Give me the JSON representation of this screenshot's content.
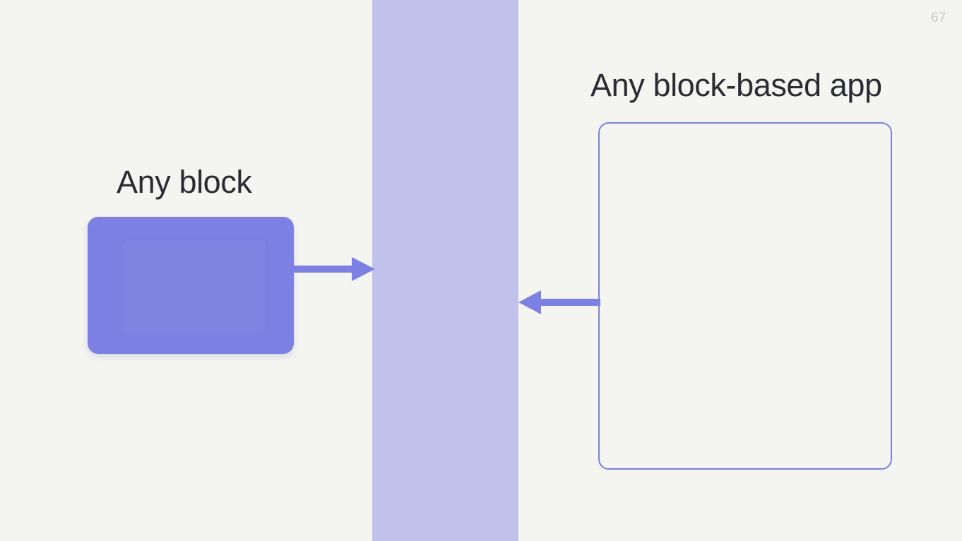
{
  "slide": {
    "page_number": "67",
    "background_color": "#f4f5f0",
    "accent_color": "#7b80e2",
    "band_color": "#c1c2ec",
    "text_color": "#2b2b33",
    "page_number_color": "#c9cac4"
  },
  "left": {
    "label": "Any block",
    "block_name": "solid-purple-block"
  },
  "right": {
    "label": "Any block-based app",
    "block_name": "outlined-app-container"
  },
  "connectors": {
    "to_band": "arrow-right",
    "from_app": "arrow-left"
  }
}
